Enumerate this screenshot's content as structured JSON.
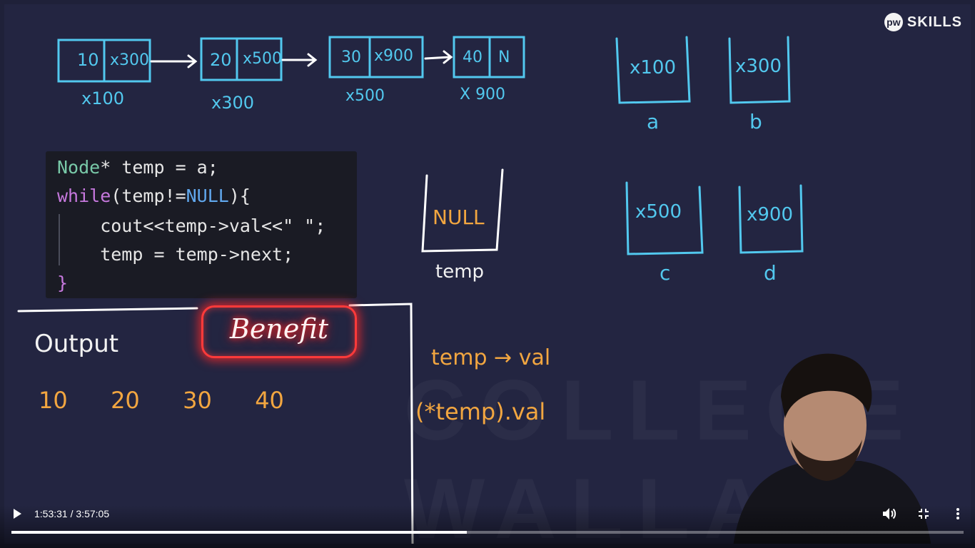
{
  "brand": {
    "logo_text": "SKILLS",
    "watermark": "COLLEGE WALLAH"
  },
  "linked_list": [
    {
      "val": "10",
      "next": "x300",
      "addr": "x100"
    },
    {
      "val": "20",
      "next": "x500",
      "addr": "x300"
    },
    {
      "val": "30",
      "next": "x900",
      "addr": "x500"
    },
    {
      "val": "40",
      "next": "N",
      "addr": "X 900"
    }
  ],
  "pointers": [
    {
      "content": "x100",
      "name": "a"
    },
    {
      "content": "x300",
      "name": "b"
    },
    {
      "content": "x500",
      "name": "c"
    },
    {
      "content": "x900",
      "name": "d"
    }
  ],
  "temp_box": {
    "content": "NULL",
    "name": "temp"
  },
  "code": {
    "line1_type": "Node",
    "line1_rest": "* temp = a;",
    "line2_kw": "while",
    "line2_open": "(temp!=",
    "line2_null": "NULL",
    "line2_close": "){",
    "line3": "    cout<<temp->val<<\" \";",
    "line4": "    temp = temp->next;",
    "line5": "}"
  },
  "benefit_label": "Benefit",
  "output": {
    "label": "Output",
    "values": "10  20  30  40"
  },
  "notes": {
    "arrow_syntax": "temp → val",
    "deref_syntax": "(*temp).val"
  },
  "player": {
    "current_time": "1:53:31",
    "duration": "3:57:05",
    "progress": 0.478,
    "play_icon": "play-icon",
    "volume_icon": "volume-icon",
    "exit_fullscreen_icon": "exit-fullscreen-icon",
    "more_icon": "more-vert-icon"
  }
}
